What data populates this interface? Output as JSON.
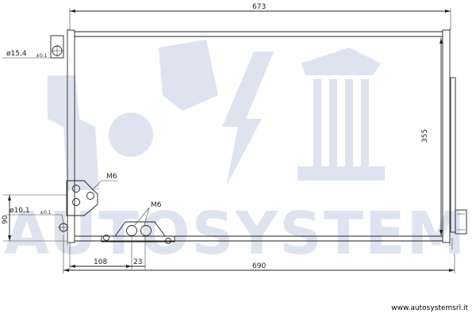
{
  "drawing": {
    "dimensions": {
      "top_width": "673",
      "bottom_width": "690",
      "height": "355",
      "left_height": "90",
      "offset_108": "108",
      "offset_23": "23"
    },
    "callouts": {
      "pipe_top": "ø15,4",
      "pipe_top_tol": "±0.1",
      "pipe_bottom": "ø10,1",
      "pipe_bottom_tol": "±0.1",
      "thread_left": "M6",
      "thread_bottom": "M6"
    },
    "watermark": "AUTOSYSTEM",
    "website": "www.autosystemsrl.it"
  },
  "colors": {
    "line": "#222222",
    "watermark": "#dde3ef"
  }
}
